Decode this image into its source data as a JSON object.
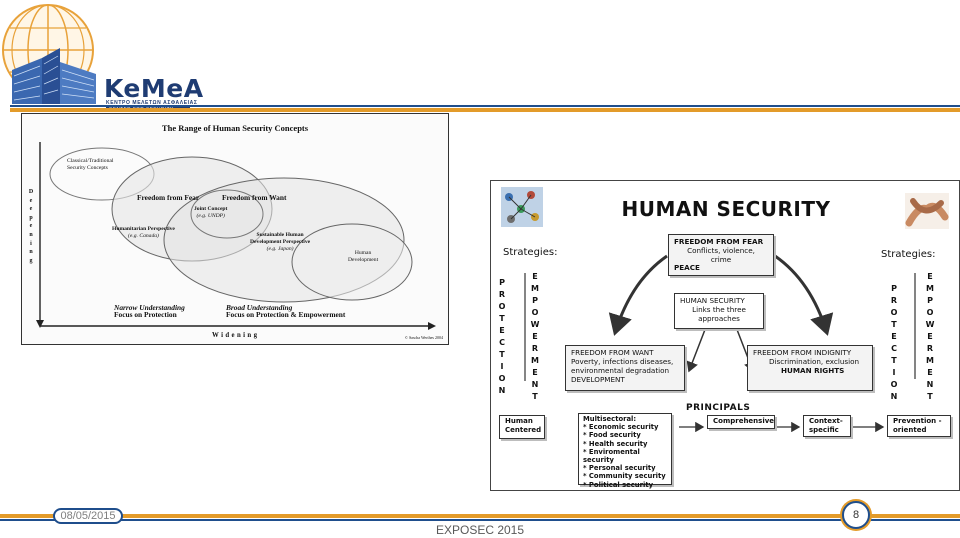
{
  "logo": {
    "name": "KeMeA",
    "sub1": "ΚΕΝΤΡΟ ΜΕΛΕΤΩΝ ΑΣΦΑΛΕΙΑΣ",
    "sub2": "CENTER FOR SECURITY STUDIES"
  },
  "left_figure": {
    "title": "The Range of Human Security Concepts",
    "classical": [
      "Classical/Traditional",
      "Security Concepts"
    ],
    "fear": "Freedom from Fear",
    "want": "Freedom from Want",
    "joint": [
      "Joint Concept",
      "(e.g. UNDP)"
    ],
    "humanitarian": [
      "Humanitarian Perspective",
      "(e.g. Canada)"
    ],
    "sustainable": [
      "Sustainable Human",
      "Development Perspective",
      "(e.g. Japan)"
    ],
    "human_dev": [
      "Human",
      "Development"
    ],
    "narrow": [
      "Narrow Understanding",
      "Focus on Protection"
    ],
    "broad": [
      "Broad Understanding",
      "Focus on Protection & Empowerment"
    ],
    "deepening": [
      "D",
      "e",
      "e",
      "p",
      "e",
      "n",
      "i",
      "n",
      "g"
    ],
    "widening": "Widening",
    "credit": "© Sascha Werthes 2004"
  },
  "right_figure": {
    "title": "HUMAN SECURITY",
    "strategies_left": "Strategies:",
    "strategies_right": "Strategies:",
    "protection_letters": [
      "P",
      "R",
      "O",
      "T",
      "E",
      "C",
      "T",
      "I",
      "O",
      "N"
    ],
    "empowerment_letters": [
      "E",
      "M",
      "P",
      "O",
      "W",
      "E",
      "R",
      "M",
      "E",
      "N",
      "T"
    ],
    "fear_box": {
      "head": "FREEDOM FROM FEAR",
      "text": [
        "Conflicts, violence,",
        "crime"
      ],
      "foot": "PEACE"
    },
    "center_box": {
      "head": "HUMAN SECURITY",
      "text": [
        "Links the three",
        "approaches"
      ]
    },
    "want_box": {
      "head": "FREEDOM FROM WANT",
      "text": [
        "Poverty, infections diseases,",
        "environmental degradation"
      ],
      "foot": "DEVELOPMENT"
    },
    "indignity_box": {
      "head": "FREEDOM FROM INDIGNITY",
      "text": [
        "Discrimination, exclusion"
      ],
      "foot": "HUMAN RIGHTS"
    },
    "human_centered": [
      "Human",
      "Centered"
    ],
    "principals": "PRINCIPALS",
    "multisectoral": [
      "Multisectoral:",
      "* Economic security",
      "* Food security",
      "* Health security",
      "* Enviromental security",
      "* Personal security",
      "* Community security",
      "* Political security"
    ],
    "comprehensive": "Comprehensive",
    "context_specific": [
      "Context-",
      "specific"
    ],
    "prevention": [
      "Prevention -",
      "oriented"
    ]
  },
  "footer": {
    "date": "08/05/2015",
    "title": "EXPOSEC 2015",
    "page": "8"
  },
  "colors": {
    "navy": "#1f4e8c",
    "orange": "#e39b2a",
    "logo_blue": "#1f3c73"
  }
}
